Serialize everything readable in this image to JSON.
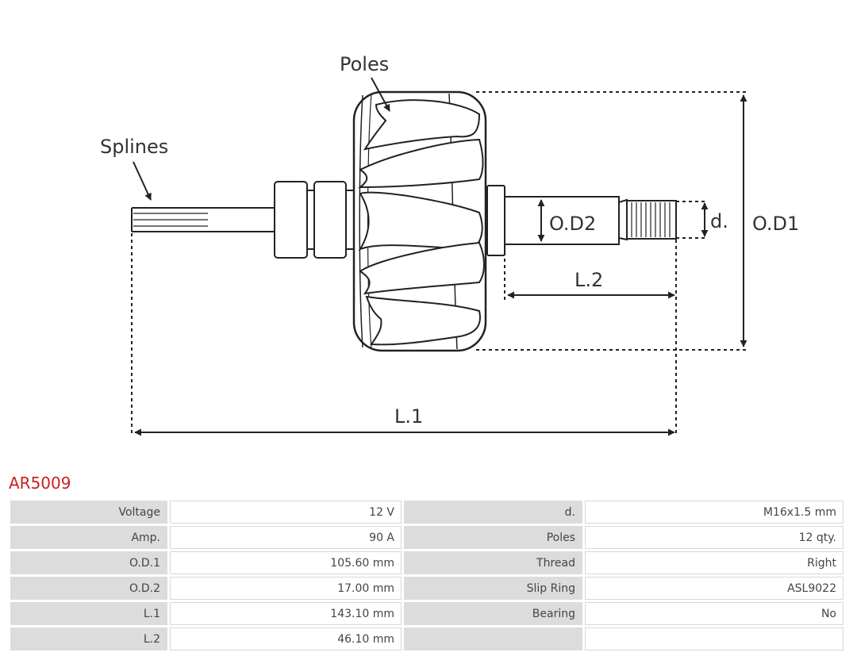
{
  "diagram": {
    "labels": {
      "poles": "Poles",
      "splines": "Splines",
      "od2": "O.D2",
      "d": "d.",
      "od1": "O.D1",
      "l2": "L.2",
      "l1": "L.1"
    }
  },
  "part_code": "AR5009",
  "specs": [
    {
      "left_key": "Voltage",
      "left_value": "12 V",
      "right_key": "d.",
      "right_value": "M16x1.5 mm"
    },
    {
      "left_key": "Amp.",
      "left_value": "90 A",
      "right_key": "Poles",
      "right_value": "12 qty."
    },
    {
      "left_key": "O.D.1",
      "left_value": "105.60 mm",
      "right_key": "Thread",
      "right_value": "Right"
    },
    {
      "left_key": "O.D.2",
      "left_value": "17.00 mm",
      "right_key": "Slip Ring",
      "right_value": "ASL9022"
    },
    {
      "left_key": "L.1",
      "left_value": "143.10 mm",
      "right_key": "Bearing",
      "right_value": "No"
    },
    {
      "left_key": "L.2",
      "left_value": "46.10 mm",
      "right_key": "",
      "right_value": ""
    }
  ]
}
